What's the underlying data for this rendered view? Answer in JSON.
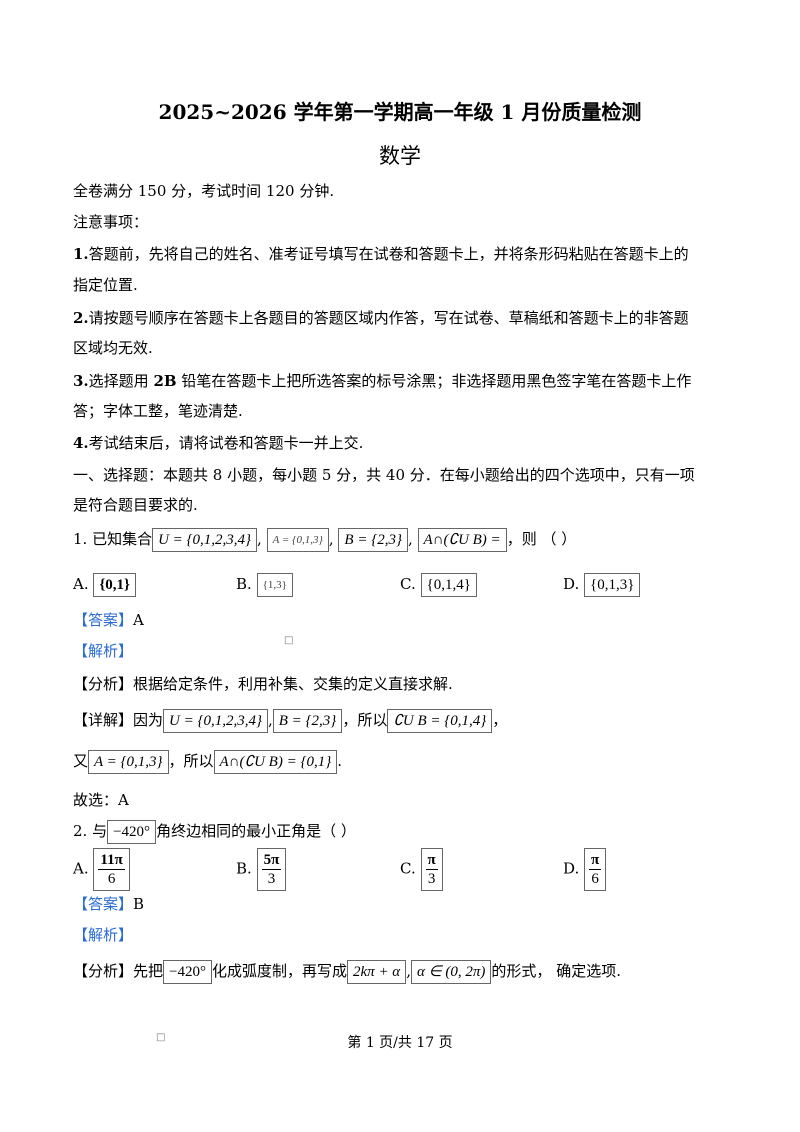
{
  "header": {
    "title": "2025~2026 学年第一学期高一年级 1 月份质量检测",
    "subject": "数学"
  },
  "intro": {
    "score_line": "全卷满分 150 分，考试时间 120 分钟.",
    "notes_title": "注意事项：",
    "note1_num": "1.",
    "note1_a": "答题前，先将自己的姓名、准考证号填写在试卷和答题卡上，并将条形码粘贴在答题卡上的",
    "note1_b": "指定位置.",
    "note2_num": "2.",
    "note2_a": "请按题号顺序在答题卡上各题目的答题区域内作答，写在试卷、草稿纸和答题卡上的非答题",
    "note2_b": "区域均无效.",
    "note3_num": "3.",
    "note3_a1": "选择题用 ",
    "note3_bold": "2B",
    "note3_a2": " 铅笔在答题卡上把所选答案的标号涂黑；非选择题用黑色签字笔在答题卡上作",
    "note3_b": "答；字体工整，笔迹清楚.",
    "note4_num": "4.",
    "note4_a": "考试结束后，请将试卷和答题卡一并上交."
  },
  "section1": {
    "line_a": "一、选择题：本题共 8 小题，每小题 5 分，共 40 分．在每小题给出的四个选项中，只有一项",
    "line_b": "是符合题目要求的."
  },
  "q1": {
    "stem_prefix": "1. 已知集合",
    "setU": "U = {0,1,2,3,4}",
    "setA": "A = {0,1,3}",
    "setB": "B = {2,3}",
    "expr": "A∩(∁U B) =",
    "comma": ",",
    "then": "，则",
    "paren": "（      ）",
    "opt_a_label": "A.",
    "opt_a": "{0,1}",
    "opt_b_label": "B.",
    "opt_b": "{1,3}",
    "opt_c_label": "C.",
    "opt_c": "{0,1,4}",
    "opt_d_label": "D.",
    "opt_d": "{0,1,3}",
    "answer_tag": "【答案】",
    "answer": "A",
    "analysis_tag": "【解析】",
    "fenxi_tag": "【分析】",
    "fenxi": "根据给定条件，利用补集、交集的定义直接求解.",
    "detail_tag": "【详解】",
    "detail_a1": "因为",
    "detail_U": "U = {0,1,2,3,4}",
    "detail_B": "B = {2,3}",
    "detail_a2": "，所以",
    "detail_CuB": "∁U B = {0,1,4}",
    "detail_a3": "，",
    "detail_b1": "又",
    "detail_A": "A = {0,1,3}",
    "detail_b2": "，所以",
    "detail_result": "A∩(∁U B) = {0,1}",
    "detail_b3": ".",
    "choose": "故选：A"
  },
  "q2": {
    "stem_prefix": "2. 与",
    "angle": "−420°",
    "stem_suffix": "角终边相同的最小正角是（      ）",
    "opt_a_label": "A.",
    "opt_a_num": "11π",
    "opt_a_den": "6",
    "opt_b_label": "B.",
    "opt_b_num": "5π",
    "opt_b_den": "3",
    "opt_c_label": "C.",
    "opt_c_num": "π",
    "opt_c_den": "3",
    "opt_d_label": "D.",
    "opt_d_num": "π",
    "opt_d_den": "6",
    "answer_tag": "【答案】",
    "answer": "B",
    "analysis_tag": "【解析】",
    "fenxi_tag": "【分析】",
    "fenxi_a": "先把",
    "fenxi_angle": "−420°",
    "fenxi_b": "化成弧度制，再写成",
    "fenxi_expr": "2kπ + α",
    "fenxi_comma": ",",
    "fenxi_range": "α ∈ (0, 2π)",
    "fenxi_c": "的形式，  确定选项."
  },
  "footer": {
    "page": "第 1 页/共 17 页"
  },
  "icons": {
    "placeholder": "□"
  }
}
